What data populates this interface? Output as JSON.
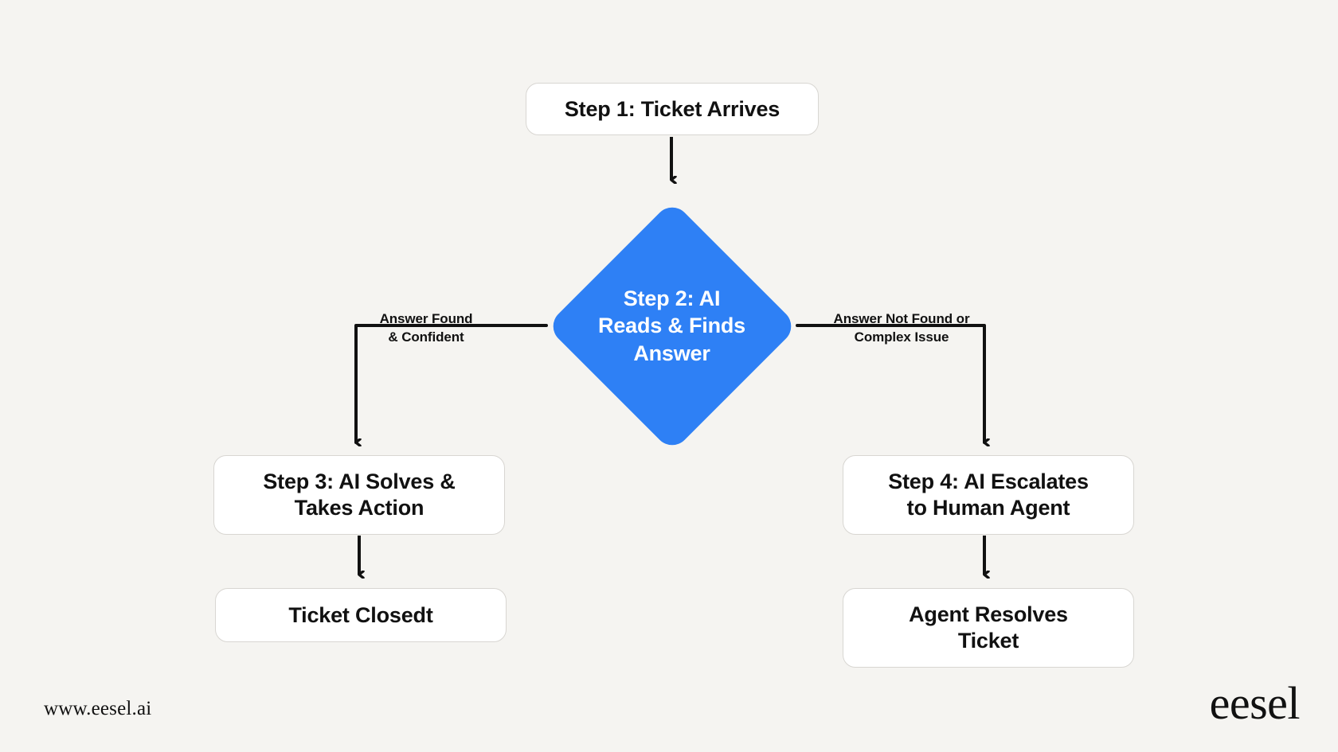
{
  "diagram": {
    "type": "flowchart",
    "background_color": "#f5f4f1",
    "accent_color": "#2e80f5",
    "nodes": [
      {
        "id": "step1",
        "label": "Step 1: Ticket Arrives",
        "shape": "rounded-rect"
      },
      {
        "id": "decision",
        "label": "Step 2: AI Reads & Finds Answer",
        "shape": "diamond"
      },
      {
        "id": "step3",
        "label": "Step 3: AI Solves & Takes Action",
        "shape": "rounded-rect"
      },
      {
        "id": "closed",
        "label": "Ticket Closedt",
        "shape": "rounded-rect"
      },
      {
        "id": "step4",
        "label": "Step 4: AI Escalates to Human Agent",
        "shape": "rounded-rect"
      },
      {
        "id": "resolves",
        "label": "Agent Resolves Ticket",
        "shape": "rounded-rect"
      }
    ],
    "node_labels": {
      "step1": "Step 1: Ticket Arrives",
      "decision_line1": "Step 2: AI",
      "decision_line2": "Reads & Finds",
      "decision_line3": "Answer",
      "step3_line1": "Step 3: AI Solves &",
      "step3_line2": "Takes Action",
      "closed": "Ticket Closedt",
      "step4_line1": "Step 4: AI Escalates",
      "step4_line2": "to Human Agent",
      "resolves_line1": "Agent Resolves",
      "resolves_line2": "Ticket"
    },
    "edge_labels": {
      "left": "Answer Found\n& Confident",
      "right": "Answer Not Found or\nComplex Issue"
    },
    "edges": [
      {
        "from": "step1",
        "to": "decision",
        "label": ""
      },
      {
        "from": "decision",
        "to": "step3",
        "label": "Answer Found & Confident"
      },
      {
        "from": "decision",
        "to": "step4",
        "label": "Answer Not Found or Complex Issue"
      },
      {
        "from": "step3",
        "to": "closed",
        "label": ""
      },
      {
        "from": "step4",
        "to": "resolves",
        "label": ""
      }
    ]
  },
  "footer": {
    "url": "www.eesel.ai",
    "logo": "eesel"
  }
}
